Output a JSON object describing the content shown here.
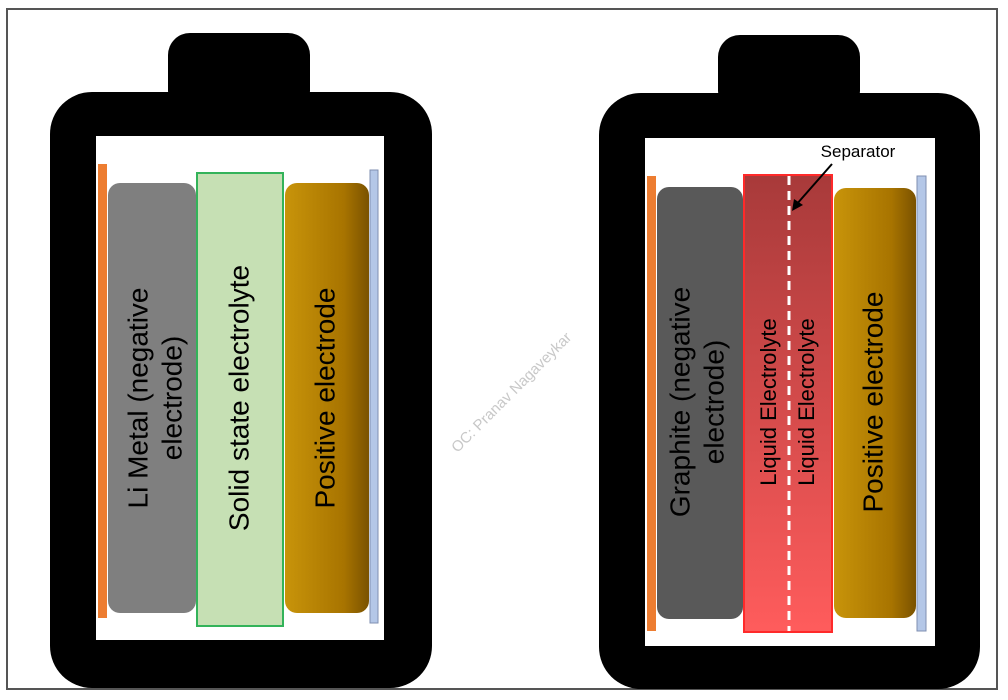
{
  "left_battery": {
    "anode_label_line1": "Li Metal (negative",
    "anode_label_line2": "electrode)",
    "electrolyte_label": "Solid state electrolyte",
    "cathode_label": "Positive electrode"
  },
  "right_battery": {
    "anode_label_line1": "Graphite (negative",
    "anode_label_line2": "electrode)",
    "electrolyte_label_left": "Liquid Electrolyte",
    "electrolyte_label_right": "Liquid Electrolyte",
    "cathode_label": "Positive electrode",
    "separator_label": "Separator"
  },
  "watermark": "OC: Pranav Nagaveykar",
  "colors": {
    "casing": "#000000",
    "li_metal": "#7f7f7f",
    "graphite": "#595959",
    "solid_electrolyte": "#c6e0b4",
    "solid_electrolyte_border": "#33b35a",
    "liquid_electrolyte_top": "#a83a3a",
    "liquid_electrolyte_bottom": "#ff5c5c",
    "cathode_light": "#c8940a",
    "cathode_dark": "#7a5200",
    "negative_collector": "#ed7d31",
    "positive_collector": "#b4c7e7"
  }
}
